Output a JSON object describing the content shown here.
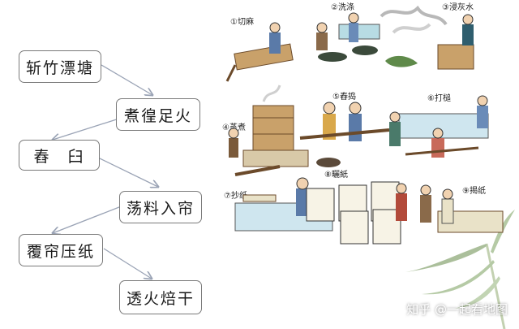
{
  "flow": {
    "steps": [
      "斩竹漂塘",
      "煮徨足火",
      "舂　臼",
      "荡料入帘",
      "覆帘压纸",
      "透火焙干"
    ]
  },
  "illustration": {
    "captions": [
      "①切麻",
      "②洗涤",
      "③浸灰水",
      "④蒸煮",
      "⑤舂捣",
      "⑥打槌",
      "⑦抄纸",
      "⑧曬紙",
      "⑨揭纸"
    ]
  },
  "watermark": "知乎 @一起看地图",
  "colors": {
    "box_border": "#7a7a7a",
    "arrow": "#9aa3b5",
    "water": "#cfe6ef",
    "wood": "#c9a16a"
  }
}
